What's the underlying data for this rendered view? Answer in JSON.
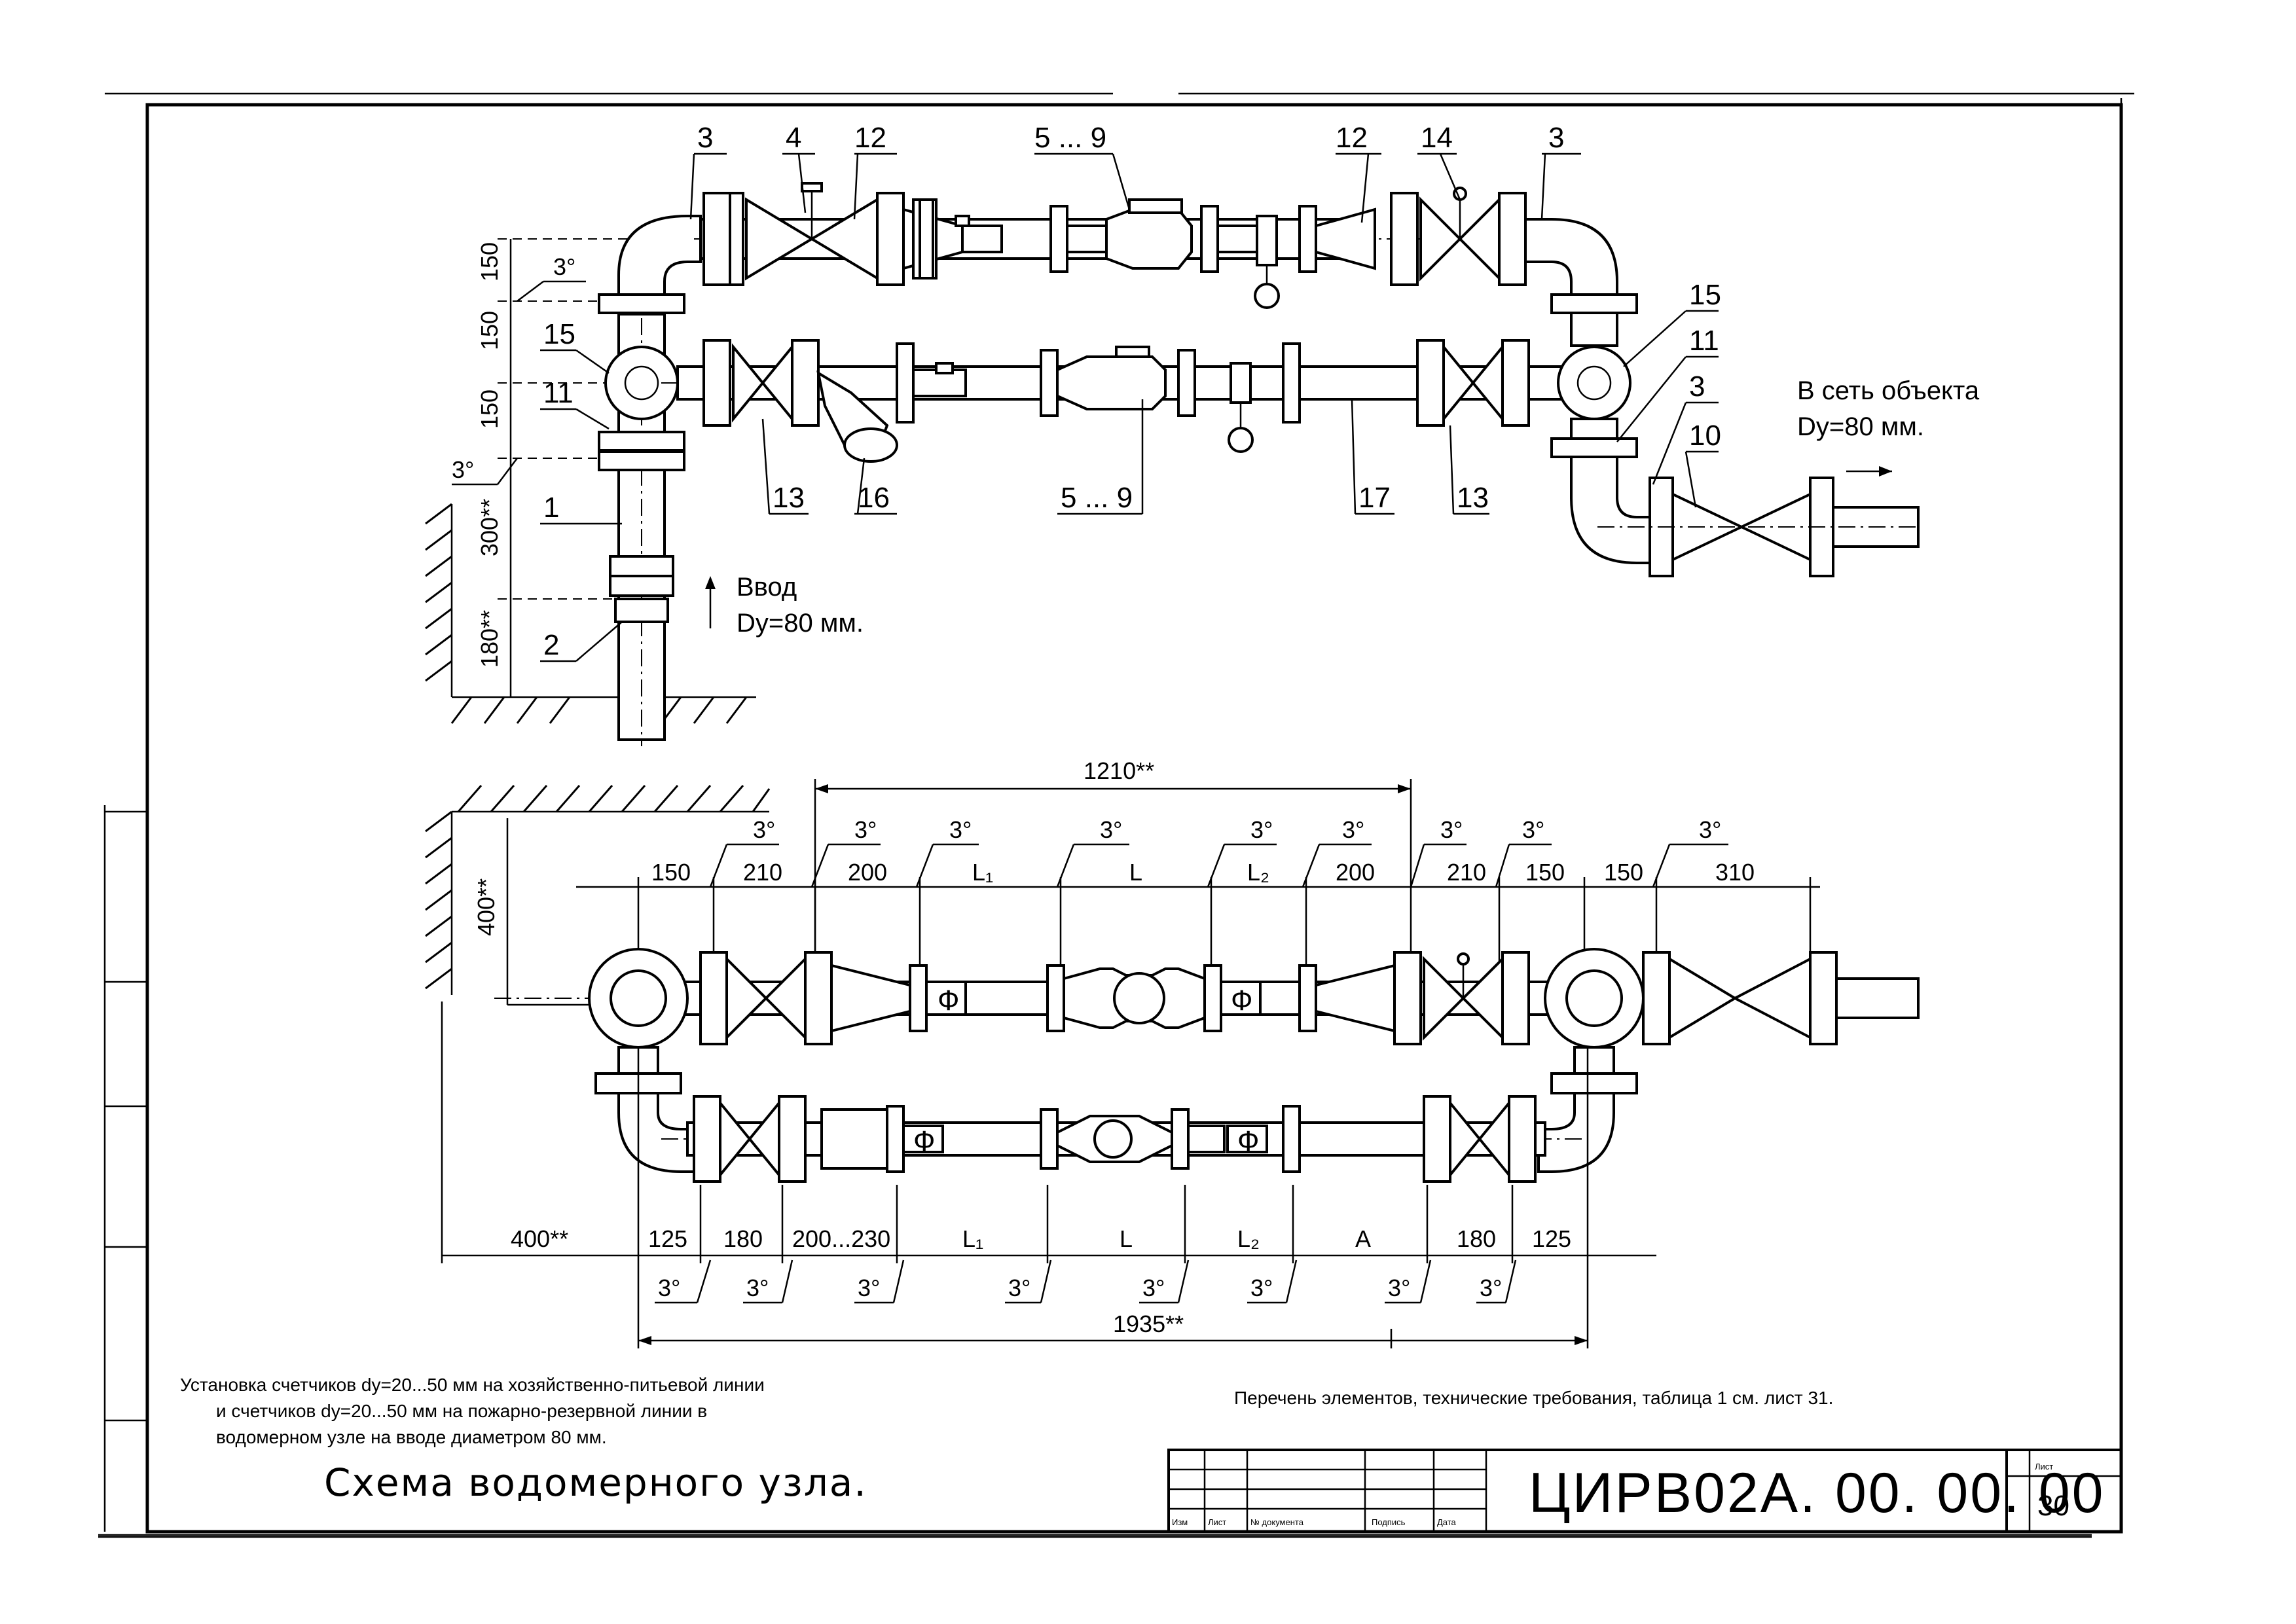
{
  "upper_scheme": {
    "callouts": [
      "3",
      "4",
      "12",
      "5 ... 9",
      "12",
      "14",
      "3",
      "15",
      "15",
      "11",
      "11",
      "3",
      "10",
      "1",
      "2",
      "13",
      "16",
      "5 ... 9",
      "17",
      "13"
    ],
    "left_dims": [
      "150",
      "150",
      "150",
      "300**",
      "180**"
    ],
    "slope_marks": [
      "3°",
      "3°"
    ],
    "outlet_text": [
      "В сеть объекта",
      "Dy=80 мм."
    ],
    "inlet_text": [
      "Ввод",
      "Dy=80 мм."
    ]
  },
  "lower_scheme": {
    "overall_top": "1210**",
    "left_vertical": "400**",
    "top_dims": [
      "150",
      "210",
      "200",
      "L₁",
      "L",
      "L₂",
      "200",
      "210",
      "150",
      "150",
      "310"
    ],
    "top_slopes": [
      "3°",
      "3°",
      "3°",
      "3°",
      "3°",
      "3°",
      "3°",
      "3°",
      "3°"
    ],
    "bottom_dims": [
      "400**",
      "125",
      "180",
      "200...230",
      "L₁",
      "L",
      "L₂",
      "A",
      "180",
      "125"
    ],
    "bottom_slopes": [
      "3°",
      "3°",
      "3°",
      "3°",
      "3°",
      "3°",
      "3°",
      "3°"
    ],
    "overall_bottom": "1935**",
    "phi_symbols": [
      "Ф",
      "Ф",
      "Ф",
      "Ф"
    ]
  },
  "notes": {
    "left_line1": "Установка счетчиков dy=20...50 мм на хозяйственно-питьевой линии",
    "left_line2": "и счетчиков dy=20...50 мм на пожарно-резервной линии в",
    "left_line3": "водомерном узле на вводе диаметром 80 мм.",
    "right": "Перечень элементов, технические требования, таблица 1 см. лист 31."
  },
  "title_block": {
    "drawing_title": "Схема водомерного узла.",
    "document_code": "ЦИРВ02А. 00. 00. 00",
    "sheet_label": "Лист",
    "sheet_number": "30",
    "columns": [
      "Изм",
      "Лист",
      "№ документа",
      "Подпись",
      "Дата"
    ]
  }
}
